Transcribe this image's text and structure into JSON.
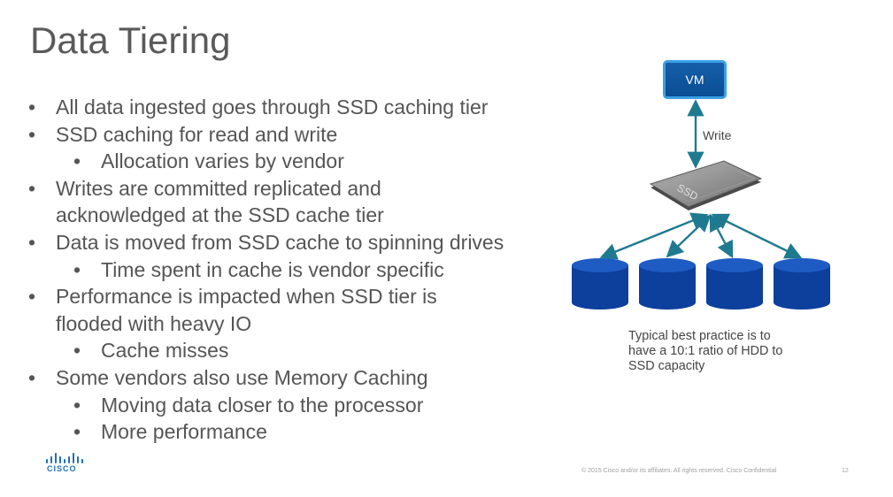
{
  "slide": {
    "title": "Data Tiering",
    "bullets": [
      {
        "level": 1,
        "text": "All data ingested goes through SSD caching tier"
      },
      {
        "level": 1,
        "text": "SSD caching for read and write"
      },
      {
        "level": 2,
        "text": "Allocation varies by vendor"
      },
      {
        "level": 1,
        "text": "Writes are committed replicated and"
      },
      {
        "level": 0,
        "text": "acknowledged at the SSD cache tier"
      },
      {
        "level": 1,
        "text": "Data is moved from SSD cache to spinning drives"
      },
      {
        "level": 2,
        "text": "Time spent in cache is vendor specific"
      },
      {
        "level": 1,
        "text": "Performance is impacted when SSD tier is"
      },
      {
        "level": 0,
        "text": "flooded with heavy IO"
      },
      {
        "level": 2,
        "text": "Cache misses"
      },
      {
        "level": 1,
        "text": "Some vendors also use Memory Caching"
      },
      {
        "level": 2,
        "text": "Moving data closer to the processor"
      },
      {
        "level": 2,
        "text": "More performance"
      }
    ],
    "bullet_glyph": "•"
  },
  "diagram": {
    "vm_label": "VM",
    "write_label": "Write",
    "ssd_label": "SSD",
    "note_lines": [
      "Typical best practice is to",
      "have a 10:1 ratio of HDD to",
      "SSD capacity"
    ],
    "colors": {
      "vm_fill": "#0a4d94",
      "vm_border": "#3ba0e4",
      "arrow": "#1f7a90",
      "disk": "#0d3f9c",
      "ssd": "#8a8a8a"
    }
  },
  "footer": {
    "logo_text": "CISCO",
    "copyright": "© 2015  Cisco and/or its affiliates. All rights reserved.   Cisco Confidential",
    "page_number": "12"
  }
}
